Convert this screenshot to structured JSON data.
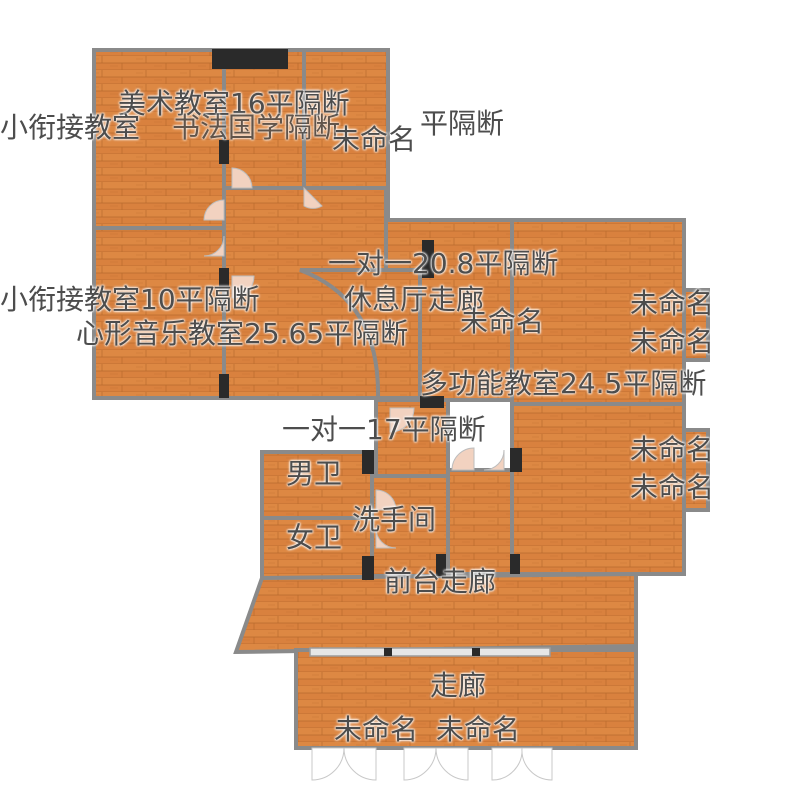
{
  "floorplan": {
    "colors": {
      "floor": "#d9813e",
      "floor_plank_line": "#b86a2d",
      "wall": "#8a8a8a",
      "pillar": "#1a1a1a",
      "label": "#4d4d4d"
    },
    "rooms": [
      {
        "id": "art",
        "label": "美术教室16平隔断"
      },
      {
        "id": "bridge-left",
        "label": "小衔接教室"
      },
      {
        "id": "calligraphy",
        "label": "书法国学隔断"
      },
      {
        "id": "partition-top",
        "label": "平隔断"
      },
      {
        "id": "unnamed-top",
        "label": "未命名"
      },
      {
        "id": "one-on-one-208",
        "label": "一对一20.8平隔断"
      },
      {
        "id": "bridge-10",
        "label": "小衔接教室10平隔断"
      },
      {
        "id": "rest-hall",
        "label": "休息厅走廊"
      },
      {
        "id": "heart-music",
        "label": "心形音乐教室25.65平隔断"
      },
      {
        "id": "unnamed-center",
        "label": "未命名"
      },
      {
        "id": "unnamed-r1",
        "label": "未命名"
      },
      {
        "id": "unnamed-r2",
        "label": "未命名"
      },
      {
        "id": "multi",
        "label": "多功能教室24.5平隔断"
      },
      {
        "id": "one-on-one-17",
        "label": "一对一17平隔断"
      },
      {
        "id": "unnamed-r3",
        "label": "未命名"
      },
      {
        "id": "unnamed-r4",
        "label": "未命名"
      },
      {
        "id": "mens",
        "label": "男卫"
      },
      {
        "id": "washroom",
        "label": "洗手间"
      },
      {
        "id": "womens",
        "label": "女卫"
      },
      {
        "id": "front-corridor",
        "label": "前台走廊"
      },
      {
        "id": "corridor",
        "label": "走廊"
      },
      {
        "id": "unnamed-b1",
        "label": "未命名"
      },
      {
        "id": "unnamed-b2",
        "label": "未命名"
      }
    ]
  }
}
